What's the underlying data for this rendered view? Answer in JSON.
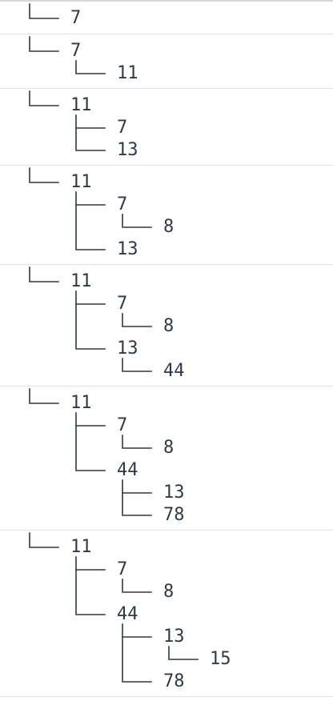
{
  "trees": [
    {
      "lines": [
        {
          "depth": 0,
          "last": true,
          "value": "7"
        }
      ]
    },
    {
      "lines": [
        {
          "depth": 0,
          "last": true,
          "value": "7"
        },
        {
          "depth": 1,
          "last": true,
          "value": "11"
        }
      ]
    },
    {
      "lines": [
        {
          "depth": 0,
          "last": true,
          "value": "11"
        },
        {
          "depth": 1,
          "last": false,
          "value": "7"
        },
        {
          "depth": 1,
          "last": true,
          "value": "13"
        }
      ]
    },
    {
      "lines": [
        {
          "depth": 0,
          "last": true,
          "value": "11"
        },
        {
          "depth": 1,
          "last": false,
          "value": "7"
        },
        {
          "depth": 2,
          "last": true,
          "value": "8"
        },
        {
          "depth": 1,
          "last": true,
          "value": "13"
        }
      ]
    },
    {
      "lines": [
        {
          "depth": 0,
          "last": true,
          "value": "11"
        },
        {
          "depth": 1,
          "last": false,
          "value": "7"
        },
        {
          "depth": 2,
          "last": true,
          "value": "8"
        },
        {
          "depth": 1,
          "last": true,
          "value": "13"
        },
        {
          "depth": 2,
          "last": true,
          "value": "44"
        }
      ]
    },
    {
      "lines": [
        {
          "depth": 0,
          "last": true,
          "value": "11"
        },
        {
          "depth": 1,
          "last": false,
          "value": "7"
        },
        {
          "depth": 2,
          "last": true,
          "value": "8"
        },
        {
          "depth": 1,
          "last": true,
          "value": "44"
        },
        {
          "depth": 2,
          "last": false,
          "value": "13"
        },
        {
          "depth": 2,
          "last": true,
          "value": "78"
        }
      ]
    },
    {
      "lines": [
        {
          "depth": 0,
          "last": true,
          "value": "11"
        },
        {
          "depth": 1,
          "last": false,
          "value": "7"
        },
        {
          "depth": 2,
          "last": true,
          "value": "8"
        },
        {
          "depth": 1,
          "last": true,
          "value": "44"
        },
        {
          "depth": 2,
          "last": false,
          "value": "13"
        },
        {
          "depth": 3,
          "last": true,
          "value": "15"
        },
        {
          "depth": 2,
          "last": true,
          "value": "78"
        }
      ]
    }
  ]
}
